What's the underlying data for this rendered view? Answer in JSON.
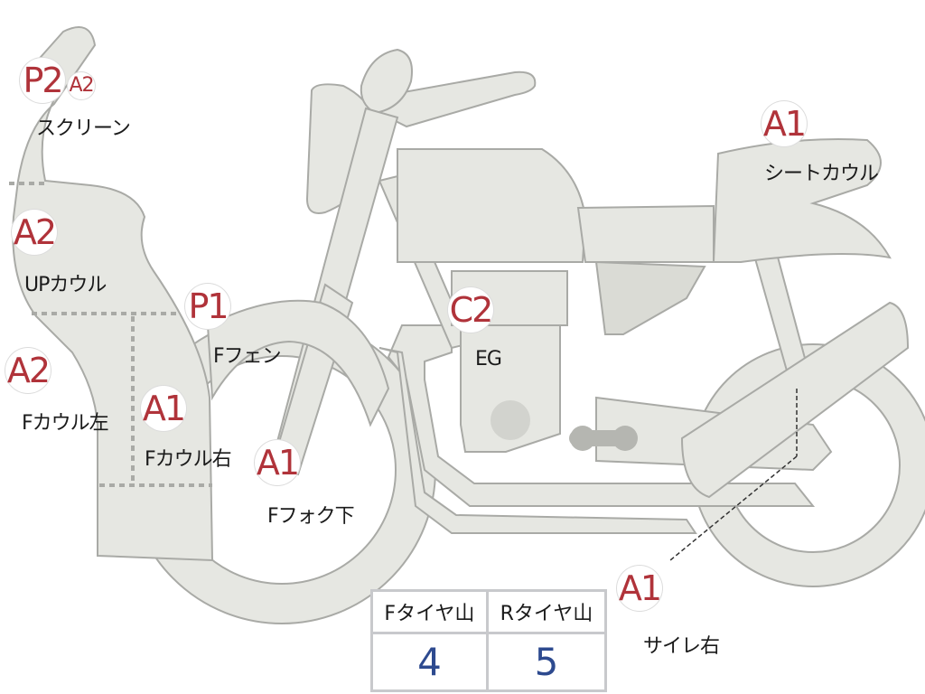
{
  "parts": [
    {
      "id": "screen",
      "grade": "P2",
      "label": "スクリーン",
      "extra_grade": "A2"
    },
    {
      "id": "up-cowl",
      "grade": "A2",
      "label": "UPカウル"
    },
    {
      "id": "f-cowl-left",
      "grade": "A2",
      "label": "Fカウル左"
    },
    {
      "id": "f-fender",
      "grade": "P1",
      "label": "Fフェン"
    },
    {
      "id": "f-cowl-right",
      "grade": "A1",
      "label": "Fカウル右"
    },
    {
      "id": "f-fork-lower",
      "grade": "A1",
      "label": "Fフォク下"
    },
    {
      "id": "engine",
      "grade": "C2",
      "label": "EG"
    },
    {
      "id": "seat-cowl",
      "grade": "A1",
      "label": "シートカウル"
    },
    {
      "id": "silencer-right",
      "grade": "A1",
      "label": "サイレ右"
    }
  ],
  "tire_table": {
    "headers": [
      "Fタイヤ山",
      "Rタイヤ山"
    ],
    "values": [
      "4",
      "5"
    ]
  },
  "colors": {
    "grade": "#b0333a",
    "tire_value": "#2d4a8f",
    "part_fill": "#e6e7e2",
    "part_stroke": "#a9aaa6"
  }
}
